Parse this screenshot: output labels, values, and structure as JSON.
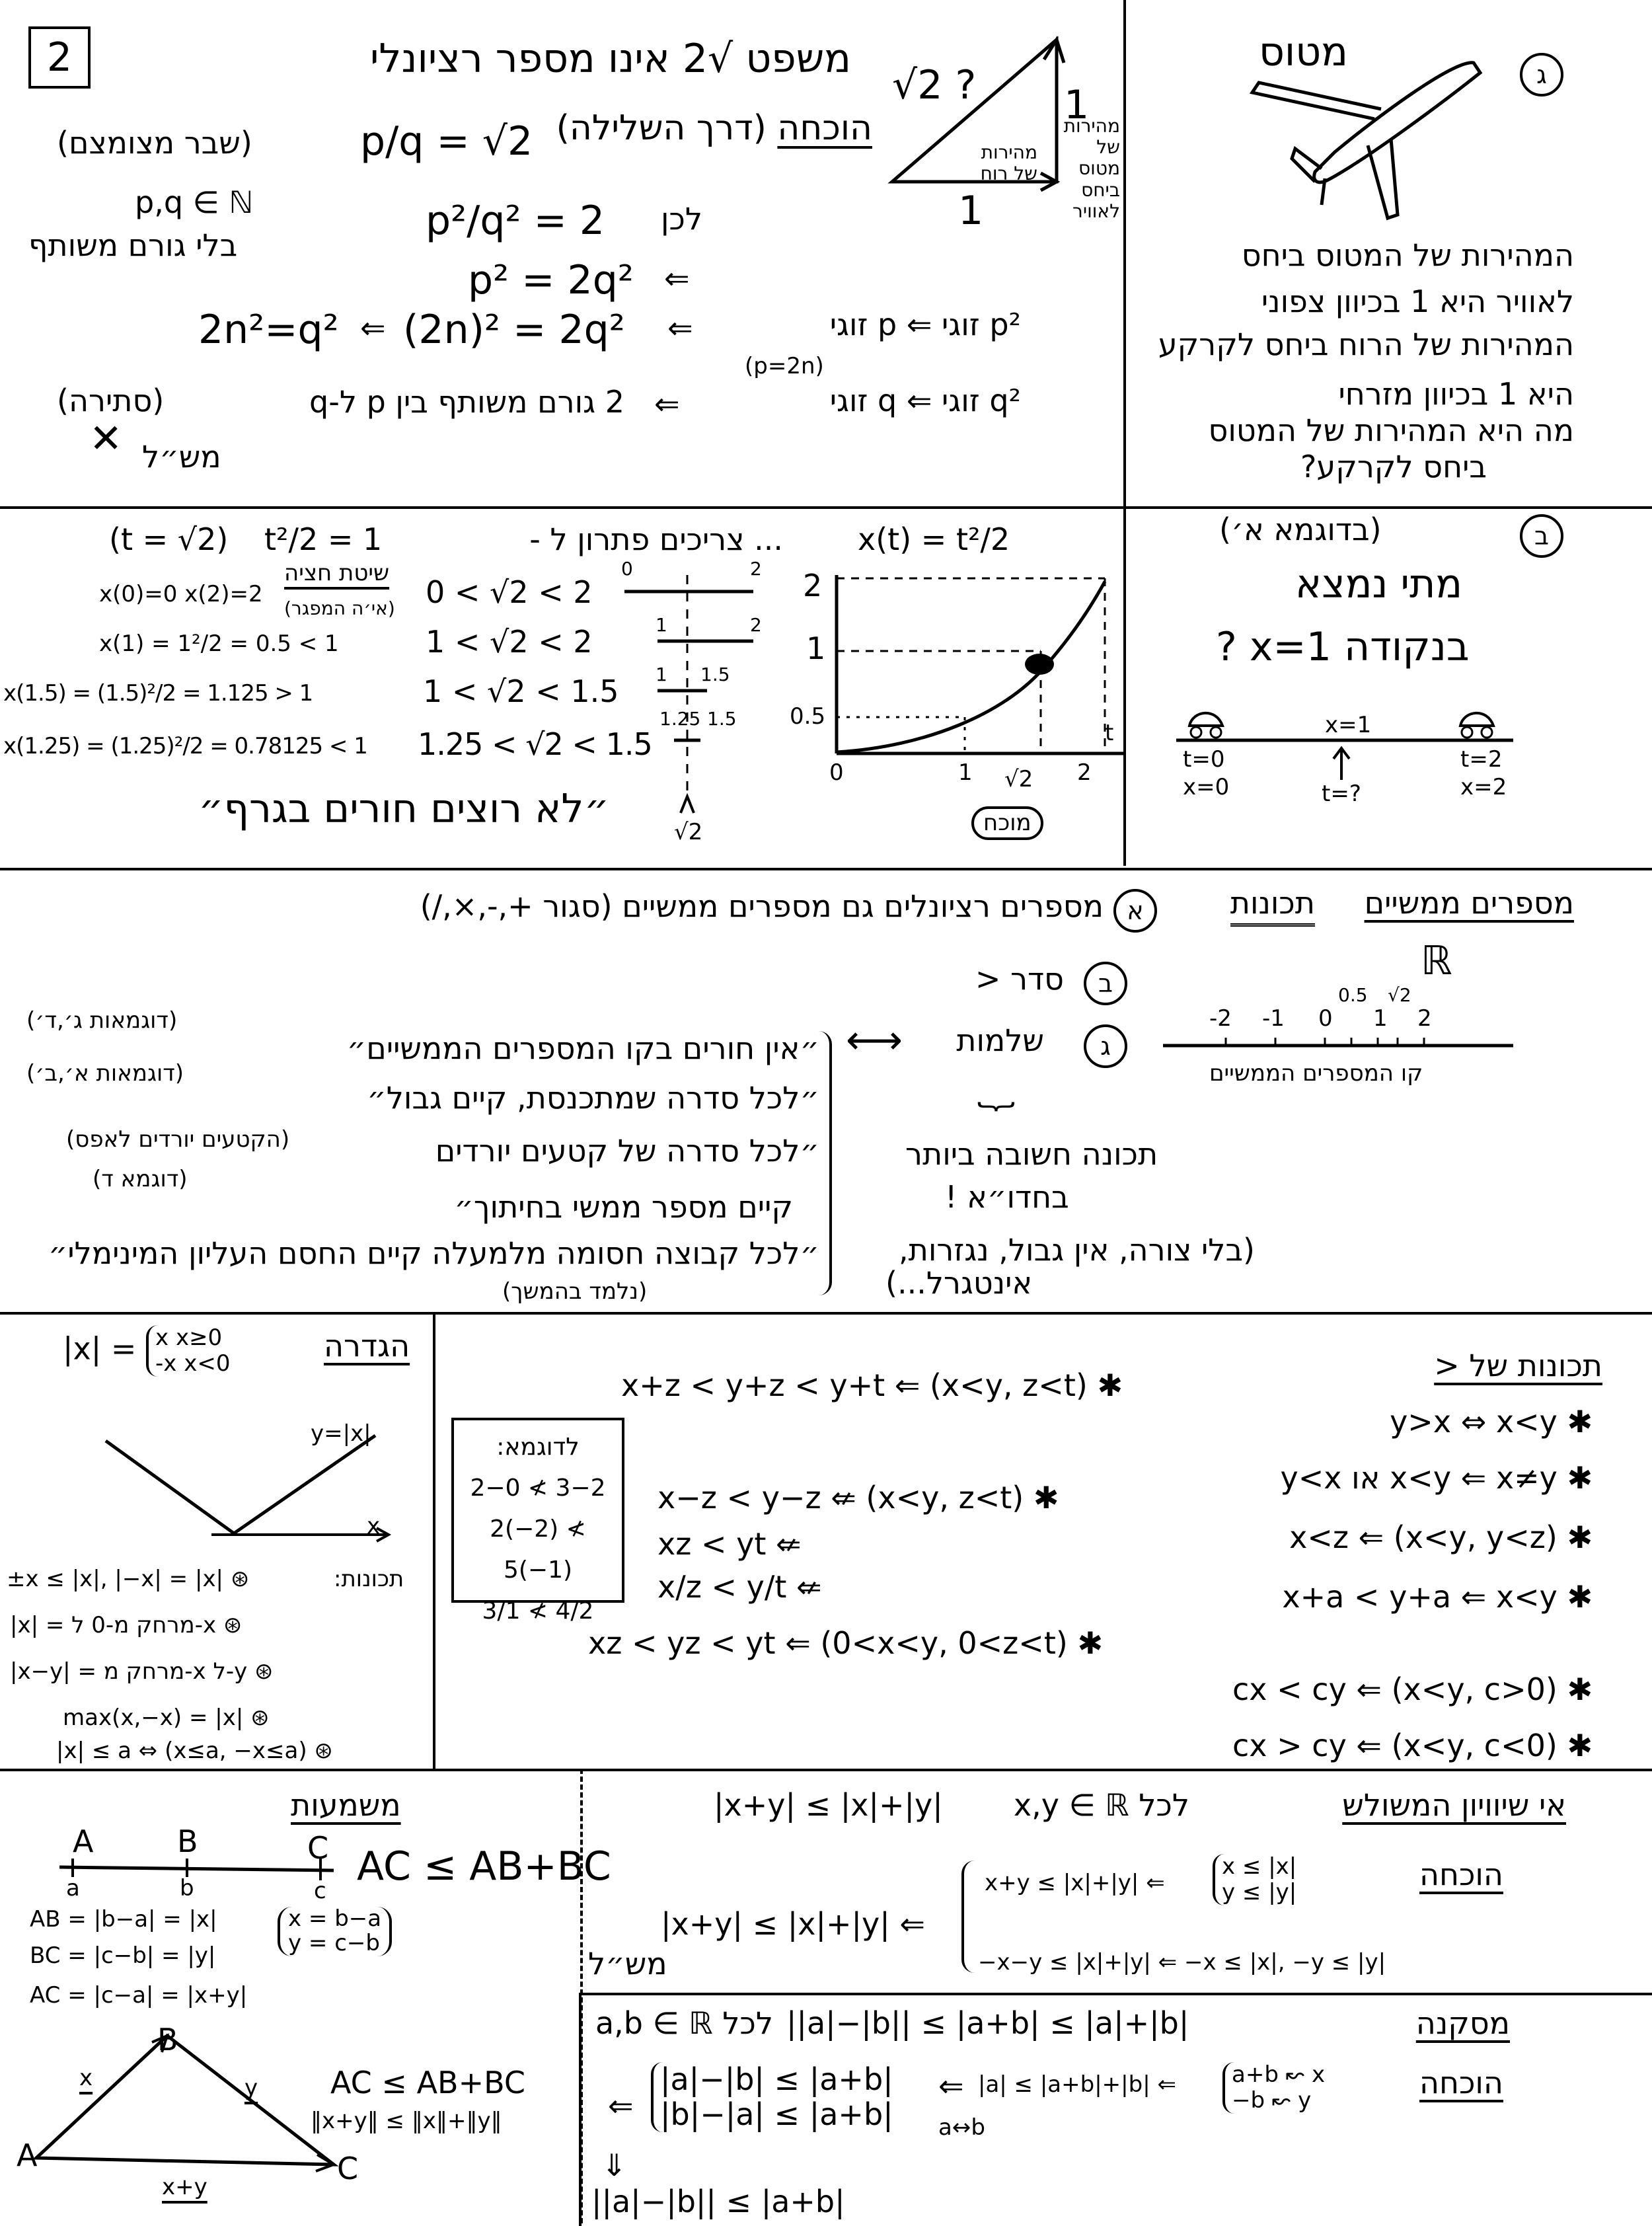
{
  "page_number": "2",
  "s1": {
    "title": "משפט √2 אינו מספר רציונלי",
    "proof_label": "הוכחה",
    "proof_method": "(דרך השלילה)",
    "eq1": "p/q = √2",
    "reduced": "(שבר מצומצם)",
    "pq_nat": "p,q ∈ ℕ",
    "no_common": "בלי גורם משותף",
    "eq2": "p²/q² = 2",
    "therefore": "לכן",
    "eq3": "p² = 2q²",
    "arrow": "⇐",
    "eq4a": "2n²=q²",
    "eq4b": "(2n)² = 2q²",
    "p_even": "p² זוגי ⇐ p זוגי",
    "p_def": "(p=2n)",
    "contradiction": "(סתירה)",
    "common_factor": "2 גורם משותף בין p ל-q",
    "q_even": "q² זוגי ⇐ q זוגי",
    "qed": "מש״ל",
    "cross": "✕",
    "tri_hyp": "√2 ?",
    "tri_one_v": "1",
    "tri_one_h": "1",
    "tri_wind": "מהירות של רוח",
    "tri_plane": "מהירות של מטוס ביחס לאוויר"
  },
  "s2": {
    "letter": "ג",
    "plane_label": "מטוס",
    "lines": [
      "המהירות של המטוס ביחס",
      "לאוויר היא 1 בכיוון צפוני",
      "המהירות של הרוח ביחס לקרקע",
      "היא 1 בכיוון מזרחי",
      "מה היא המהירות של המטוס",
      "ביחס לקרקע?"
    ]
  },
  "s3": {
    "t_val": "(t = √2)",
    "t_eq": "t²/2 = 1",
    "need": "... צריכים פתרון ל -",
    "xt": "x(t) = t²/2",
    "method": "שיטת חציה",
    "method_note": "(אי׳ה המפגר)",
    "rows": [
      {
        "calc": "x(0)=0   x(2)=2",
        "ineq": "0 < √2 < 2"
      },
      {
        "calc": "x(1) = 1²/2 = 0.5 < 1",
        "ineq": "1 < √2 < 2"
      },
      {
        "calc": "x(1.5) = (1.5)²/2 = 1.125 > 1",
        "ineq": "1 < √2 < 1.5"
      },
      {
        "calc": "x(1.25) = (1.25)²/2 = 0.78125 < 1",
        "ineq": "1.25 < √2 < 1.5"
      }
    ],
    "quote": "״לא רוצים חורים בגרף״",
    "nl": {
      "l0": "0",
      "r0": "2",
      "l1": "1",
      "r1": "2",
      "l2": "1",
      "r2": "1.5",
      "l3": "1.25",
      "r3": "1.5",
      "sqrt": "√2"
    },
    "graph": {
      "y2": "2",
      "y1": "1",
      "y05": "0.5",
      "x0": "0",
      "x1": "1",
      "xs": "√2",
      "x2": "2",
      "xt": "t",
      "proven": "מוכח"
    }
  },
  "s4": {
    "example": "(בדוגמא א׳)",
    "letter": "ב",
    "when": "מתי נמצא",
    "at_point": "בנקודה x=1 ?",
    "t0": "t=0",
    "x0": "x=0",
    "x1": "x=1",
    "tq": "t=?",
    "t2": "t=2",
    "x2": "x=2"
  },
  "s5": {
    "title": "מספרים ממשיים",
    "props": "תכונות",
    "a": "א",
    "a_text": "מספרים רציונלים גם מספרים ממשיים (סגור +,-,×,/)",
    "R": "ℝ",
    "b": "ב",
    "b_text": "סדר <",
    "c": "ג",
    "c_text": "שלמות",
    "both_arrow": "⟷",
    "numline": [
      "-2",
      "-1",
      "0",
      "0.5",
      "1",
      "√2",
      "2"
    ],
    "numline_label": "קו המספרים הממשיים",
    "important": "תכונה חשובה ביותר",
    "in_calc": "בחדו״א !",
    "without": "(בלי צורה, אין גבול, נגזרות,",
    "integral": "אינטגרל...)",
    "q1": "״אין חורים בקו המספרים הממשיים״",
    "q2": "״לכל סדרה שמתכנסת, קיים גבול״",
    "q3a": "״לכל סדרה של קטעים יורדים",
    "q3b": "קיים מספר ממשי בחיתוך״",
    "q4": "״לכל קבוצה חסומה מלמעלה קיים החסם העליון המינימלי״",
    "q4_note": "(נלמד בהמשך)",
    "ex1": "(דוגמאות ג׳,ד׳)",
    "ex2": "(דוגמאות א׳,ב׳)",
    "ex3": "(הקטעים יורדים לאפס)",
    "ex4": "(דוגמא ד)"
  },
  "s6": {
    "def_label": "הגדרה",
    "abs_lhs": "|x| =",
    "abs_c1": "x     x≥0",
    "abs_c2": "-x    x<0",
    "graph_label": "y=|x|",
    "axis_x": "x",
    "props_label": "תכונות:",
    "props": [
      "±x ≤ |x|,  |−x| = |x|  ⊛",
      "|x| = מרחק מ-0 ל-x  ⊛",
      "|x−y| = מרחק מ-x ל-y  ⊛",
      "max(x,−x) = |x|  ⊛",
      "|x| ≤ a ⇔ (x≤a, −x≤a)  ⊛"
    ],
    "order_title": "תכונות של <",
    "order": [
      "y>x ⇔ x<y   ✱",
      "y<x או x<y ⇐ x≠y   ✱",
      "x<z ⇐ (x<y, y<z)   ✱",
      "x+a < y+a ⇐ x<y   ✱",
      "cx < cy ⇐ (x<y, c>0)   ✱",
      "cx > cy ⇐ (x<y, c<0)   ✱"
    ],
    "mid": [
      "x+z < y+z < y+t ⇐ (x<y, z<t)   ✱",
      "x−z < y−z ⇍ (x<y, z<t)   ✱",
      "xz < yt ⇍",
      "x/z < y/t ⇍",
      "xz < yz < yt ⇐ (0<x<y, 0<z<t)   ✱"
    ],
    "example_title": "לדוגמא:",
    "examples": [
      "2−0 ≮ 3−2",
      "2(−2) ≮ 5(−1)",
      "3/1 ≮ 4/2"
    ]
  },
  "s7": {
    "meaning": "משמעות",
    "A": "A",
    "B": "B",
    "C": "C",
    "a": "a",
    "b": "b",
    "c": "c",
    "ineq": "AC ≤ AB+BC",
    "ab": "AB = |b−a| = |x|",
    "bc": "BC = |c−b| = |y|",
    "subs1": "x = b−a",
    "subs2": "y = c−b",
    "ac": "AC = |c−a| = |x+y|",
    "vx": "x",
    "vy": "y",
    "vxy": "x+y",
    "ineq2": "AC ≤ AB+BC",
    "norm": "‖x+y‖ ≤ ‖x‖+‖y‖",
    "tri_title": "אי שיוויון המשולש",
    "tri_stmt": "|x+y| ≤ |x|+|y|",
    "tri_forall": "לכל x,y ∈ ℝ",
    "proof": "הוכחה",
    "p1": "x ≤ |x|",
    "p2": "y ≤ |y|",
    "p3": "x+y ≤ |x|+|y| ⇐",
    "p4": "−x−y ≤ |x|+|y| ⇐ −x ≤ |x|, −y ≤ |y|",
    "p5": "|x+y| ≤ |x|+|y| ⇐",
    "qed": "מש״ל",
    "cor": "מסקנה",
    "cor_stmt": "||a|−|b|| ≤ |a+b| ≤ |a|+|b|",
    "cor_forall": "לכל a,b ∈ ℝ",
    "proof2": "הוכחה",
    "c1": "a+b ↜ x",
    "c2": "−b ↜ y",
    "c3": "|a| ≤ |a+b|+|b| ⇐",
    "c4": "|a|−|b| ≤ |a+b|",
    "c5": "|b|−|a| ≤ |a+b|",
    "swap": "a↔b",
    "arrow": "⇐",
    "down": "⇓",
    "final": "||a|−|b|| ≤ |a+b|"
  }
}
